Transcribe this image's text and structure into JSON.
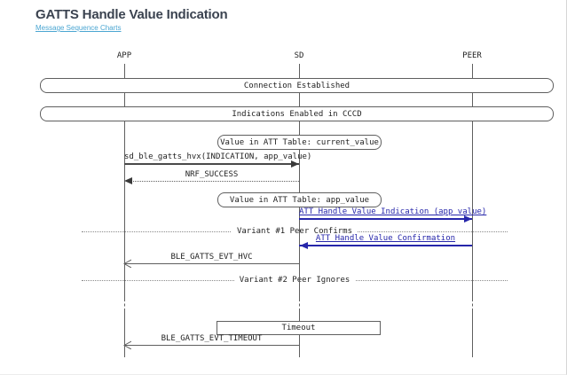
{
  "header": {
    "title": "GATTS Handle Value Indication",
    "breadcrumb": "Message Sequence Charts"
  },
  "diagram": {
    "entities": [
      "APP",
      "SD",
      "PEER"
    ],
    "notes": [
      "Connection Established",
      "Indications Enabled in CCCD",
      "Value in ATT Table: current_value",
      "Value in ATT Table: app_value",
      "Timeout"
    ],
    "messages": {
      "hvx": "sd_ble_gatts_hvx(INDICATION, app_value)",
      "nrf_success": "NRF_SUCCESS",
      "hvi": "ATT Handle Value Indication (app_value)",
      "att_confirmation": "ATT Handle Value Confirmation",
      "evt_hvc": "BLE_GATTS_EVT_HVC",
      "evt_timeout": "BLE_GATTS_EVT_TIMEOUT"
    },
    "dividers": {
      "variant1": "Variant #1 Peer Confirms",
      "variant2": "Variant #2 Peer Ignores"
    },
    "colors": {
      "lifeline": "#5f5f5f",
      "text": "#1f1f1f",
      "message_link_blue": "#2626aa",
      "breadcrumb_blue": "#4ba6d2",
      "title": "#3b4350"
    }
  }
}
